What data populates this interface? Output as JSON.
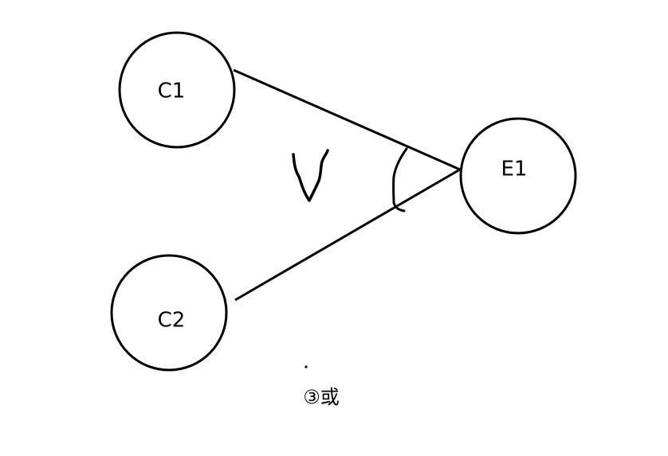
{
  "diagram": {
    "nodes": [
      {
        "id": "C1",
        "label": "C1"
      },
      {
        "id": "C2",
        "label": "C2"
      },
      {
        "id": "E1",
        "label": "E1"
      }
    ],
    "edges": [
      {
        "from": "C1",
        "to": "E1"
      },
      {
        "from": "C2",
        "to": "E1"
      }
    ],
    "operator_symbol": "∨",
    "caption": "③或",
    "stroke_color": "#000000",
    "background_color": "#ffffff"
  }
}
